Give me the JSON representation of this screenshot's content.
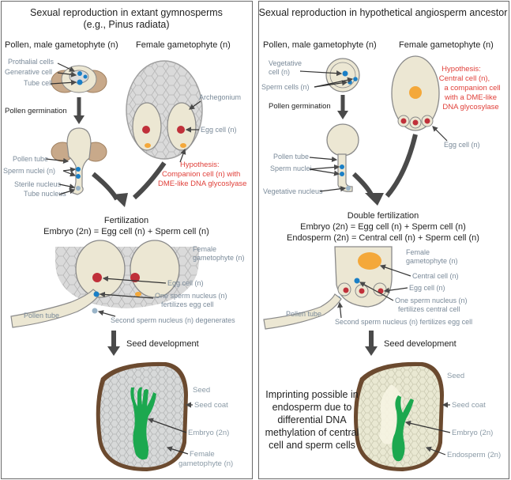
{
  "left": {
    "title_line1": "Sexual reproduction in extant gymnosperms",
    "title_line2": "(e.g., Pinus radiata)",
    "pollen_heading": "Pollen, male gametophyte (n)",
    "female_heading": "Female  gametophyte (n)",
    "prothalial_cells": "Prothalial cells",
    "generative_cell": "Generative cell",
    "tube_cell": "Tube cell",
    "archegonium": "Archegonium",
    "pollen_germination": "Pollen germination",
    "egg_cell": "Egg cell (n)",
    "pollen_tube": "Pollen tube",
    "sperm_nuclei": "Sperm nuclei (n)",
    "sterile_nucleus": "Sterile nucleus",
    "tube_nucleus": "Tube nucleus",
    "hypothesis_line1": "Hypothesis:",
    "hypothesis_line2": "Companion cell (n) with",
    "hypothesis_line3": "DME-like DNA glycoslyase",
    "fertilization": "Fertilization",
    "embryo_eq": "Embryo (2n) = Egg cell (n) + Sperm cell (n)",
    "female_gametophyte_1": "Female",
    "female_gametophyte_2": "gametophyte (n)",
    "egg_cell_2": "Egg cell (n)",
    "one_sperm_1": "One sperm nucleus (n)",
    "one_sperm_2": "fertilizes egg cell",
    "pollen_tube_2": "Pollen tube",
    "second_sperm": "Second sperm nucleus (n) degenerates",
    "seed_development": "Seed development",
    "seed": "Seed",
    "seed_coat": "Seed coat",
    "embryo": "Embryo (2n)",
    "female_gam_bottom_1": "Female",
    "female_gam_bottom_2": "gametophyte (n)"
  },
  "right": {
    "title": "Sexual reproduction in hypothetical angiosperm ancestor",
    "pollen_heading": "Pollen, male gametophyte (n)",
    "female_heading": "Female  gametophyte (n)",
    "vegetative_cell_1": "Vegetative",
    "vegetative_cell_2": "cell (n)",
    "sperm_cells": "Sperm cells (n)",
    "hypothesis_line1": "Hypothesis:",
    "hypothesis_line2": "Central cell (n),",
    "hypothesis_line3": "a companion cell",
    "hypothesis_line4": "with a DME-like",
    "hypothesis_line5": "DNA glycosylase",
    "pollen_germination": "Pollen germination",
    "egg_cell": "Egg cell (n)",
    "pollen_tube": "Pollen tube",
    "sperm_nuclei": "Sperm nuclei",
    "vegetative_nucleus": "Vegetative nucleus",
    "double_fertilization": "Double fertilization",
    "embryo_eq": "Embryo (2n) = Egg cell (n) + Sperm cell (n)",
    "endosperm_eq": "Endosperm (2n) = Central cell (n) + Sperm cell (n)",
    "female_gametophyte_1": "Female",
    "female_gametophyte_2": "gametophyte (n)",
    "central_cell": "Central cell (n)",
    "egg_cell_2": "Egg cell (n)",
    "one_sperm_1": "One sperm nucleus (n)",
    "one_sperm_2": "fertilizes central cell",
    "pollen_tube_2": "Pollen tube",
    "second_sperm": "Second sperm nucleus (n) fertilizes egg cell",
    "seed_development": "Seed development",
    "imprint_1": "Imprinting possible in",
    "imprint_2": "endosperm due to",
    "imprint_3": "differential DNA",
    "imprint_4": "methylation of central",
    "imprint_5": "cell and sperm cells",
    "seed": "Seed",
    "seed_coat": "Seed coat",
    "embryo": "Embryo (2n)",
    "endosperm": "Endosperm (2n)"
  },
  "colors": {
    "cell_fill": "#ece7d3",
    "cell_stroke": "#8a8a8a",
    "gametophyte_fill": "#dcdcdc",
    "egg_red": "#c0303a",
    "nucleus_blue": "#1a7fc6",
    "central_orange": "#f4a83a",
    "embryo_green": "#1ca84f",
    "seed_coat": "#6b4a2f",
    "prothalial": "#c8a98a",
    "hypothesis_red": "#e0403a",
    "label_gray": "#7a8a99",
    "arrow_dark": "#4a4a4a"
  }
}
